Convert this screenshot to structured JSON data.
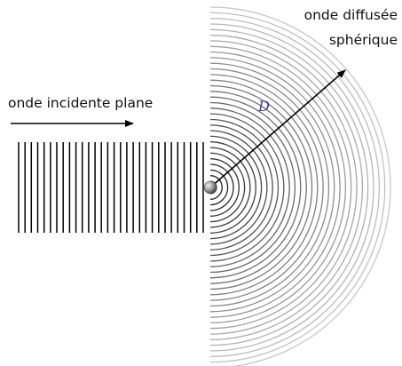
{
  "labels": {
    "incident": "onde incidente plane",
    "scattered_line1": "onde diffusée",
    "scattered_line2": "sphérique",
    "distance": "D"
  },
  "incident_wave": {
    "line_count": 30,
    "color": "#000000"
  },
  "scattered_wave": {
    "ring_count": 32,
    "color_near": "#1a1a1a",
    "color_far": "#c8c8c8"
  },
  "colors": {
    "arrow": "#000000",
    "distance_label": "#3a3aa0",
    "scatterer": "#8a8a8a"
  }
}
